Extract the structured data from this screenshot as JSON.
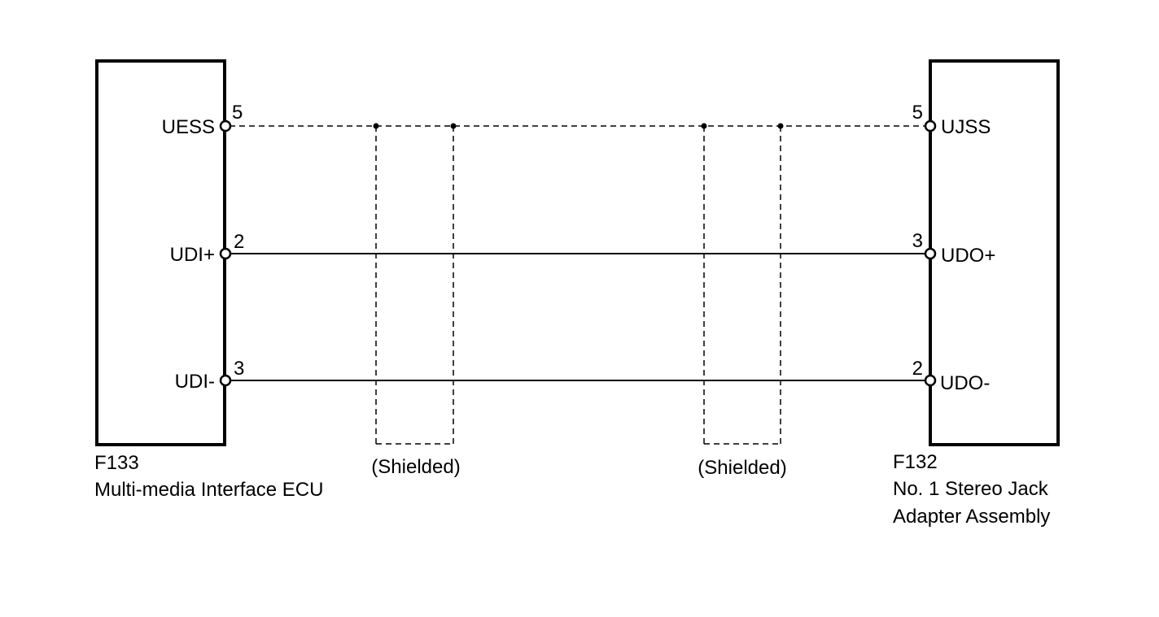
{
  "left_component": {
    "code": "F133",
    "name": "Multi-media Interface ECU",
    "pins": [
      {
        "signal": "UESS",
        "number": "5"
      },
      {
        "signal": "UDI+",
        "number": "2"
      },
      {
        "signal": "UDI-",
        "number": "3"
      }
    ]
  },
  "right_component": {
    "code": "F132",
    "name_line1": "No. 1 Stereo Jack",
    "name_line2": "Adapter Assembly",
    "pins": [
      {
        "signal": "UJSS",
        "number": "5"
      },
      {
        "signal": "UDO+",
        "number": "3"
      },
      {
        "signal": "UDO-",
        "number": "2"
      }
    ]
  },
  "shields": [
    {
      "label": "(Shielded)"
    },
    {
      "label": "(Shielded)"
    }
  ]
}
